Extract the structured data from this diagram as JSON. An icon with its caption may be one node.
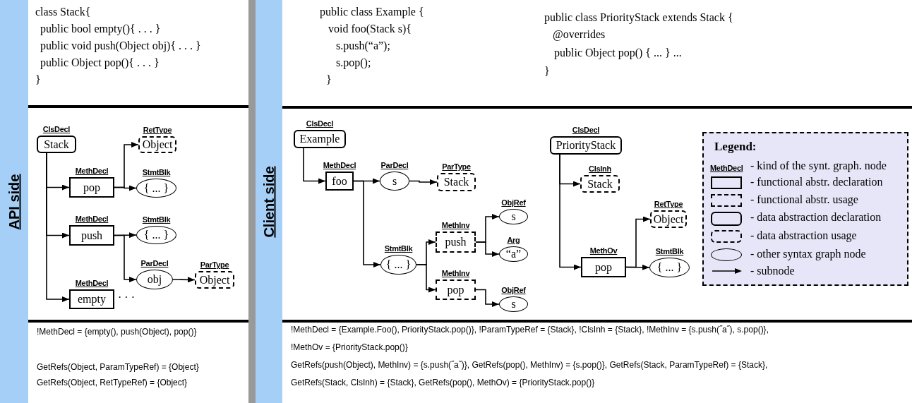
{
  "diagram": {
    "nodes": [
      {
        "text": [
          "API side"
        ]
      },
      {
        "text": [
          "Client side"
        ]
      },
      {
        "text": [
          "ClsDecl",
          "Stack"
        ]
      },
      {
        "text": [
          "MethDecl",
          "pop"
        ]
      },
      {
        "text": [
          "RetType",
          "Object"
        ]
      },
      {
        "text": [
          "StmtBlk",
          "{ ... }"
        ]
      },
      {
        "text": [
          "MethDecl",
          "push"
        ]
      },
      {
        "text": [
          "StmtBlk",
          "{ ... }"
        ]
      },
      {
        "text": [
          "ParDecl",
          "obj"
        ]
      },
      {
        "text": [
          "ParType",
          "Object"
        ]
      },
      {
        "text": [
          "MethDecl",
          "empty"
        ],
        "beside": [
          "· · ·"
        ]
      },
      {
        "text": [
          "ClsDecl",
          "Example"
        ]
      },
      {
        "text": [
          "MethDecl",
          "foo"
        ]
      },
      {
        "text": [
          "ParDecl",
          "s"
        ]
      },
      {
        "text": [
          "ParType",
          "Stack"
        ]
      },
      {
        "text": [
          "StmtBlk",
          "{ ... }"
        ]
      },
      {
        "text": [
          "MethInv",
          "push"
        ]
      },
      {
        "text": [
          "ObjRef",
          "s"
        ]
      },
      {
        "text": [
          "Arg",
          "“a”"
        ]
      },
      {
        "text": [
          "MethInv",
          "pop"
        ]
      },
      {
        "text": [
          "ObjRef",
          "s"
        ]
      },
      {
        "text": [
          "ClsDecl",
          "PriorityStack"
        ]
      },
      {
        "text": [
          "ClsInh",
          "Stack"
        ]
      },
      {
        "text": [
          "RetType",
          "Object"
        ]
      },
      {
        "text": [
          "MethOv",
          "pop"
        ]
      },
      {
        "text": [
          "StmtBlk",
          "{ ... }"
        ]
      }
    ],
    "edges": [
      {
        "from": 2,
        "to": 3,
        "arrow": "to"
      },
      {
        "from": 2,
        "to": 6,
        "arrow": "to"
      },
      {
        "from": 2,
        "to": 10,
        "arrow": "to"
      },
      {
        "from": 3,
        "to": 4,
        "arrow": "to"
      },
      {
        "from": 3,
        "to": 5,
        "arrow": "to"
      },
      {
        "from": 6,
        "to": 7,
        "arrow": "to"
      },
      {
        "from": 6,
        "to": 8,
        "arrow": "to"
      },
      {
        "from": 8,
        "to": 9,
        "arrow": "to"
      },
      {
        "from": 11,
        "to": 12,
        "arrow": "to"
      },
      {
        "from": 12,
        "to": 13,
        "arrow": "to"
      },
      {
        "from": 13,
        "to": 14,
        "arrow": "to"
      },
      {
        "from": 12,
        "to": 15,
        "arrow": "to"
      },
      {
        "from": 15,
        "to": 16,
        "arrow": "to"
      },
      {
        "from": 15,
        "to": 19,
        "arrow": "to"
      },
      {
        "from": 16,
        "to": 17,
        "arrow": "to"
      },
      {
        "from": 16,
        "to": 18,
        "arrow": "to"
      },
      {
        "from": 19,
        "to": 20,
        "arrow": "to"
      },
      {
        "from": 21,
        "to": 22,
        "arrow": "to"
      },
      {
        "from": 21,
        "to": 24,
        "arrow": "to"
      },
      {
        "from": 24,
        "to": 23,
        "arrow": "to"
      },
      {
        "from": 24,
        "to": 25,
        "arrow": "to"
      }
    ],
    "labels": [
      "class Stack{",
      "public bool empty(){ . . . }",
      "public void push(Object obj){ . . . }",
      "public Object pop(){ . . . }",
      "}",
      "public class Example {",
      "void foo(Stack s){",
      "s.push(“a”);",
      "s.pop();",
      "}",
      "public class PriorityStack extends Stack {",
      "@overrides",
      "public Object pop() { ... } ...",
      "}",
      "Legend:",
      "MethDecl",
      "!MethDecl = {empty(), push(Object), pop()}",
      "GetRefs(Object, ParamTypeRef) = {Object}",
      "GetRefs(Object, RetTypeRef) = {Object}",
      "!MethDecl = {Example.Foo(), PriorityStack.pop()},  !ParamTypeRef = {Stack},  !ClsInh = {Stack},  !MethInv = {s.push(˝a˝), s.pop()},",
      "!MethOv = {PriorityStack.pop()}",
      "GetRefs(push(Object), MethInv) = {s.push(˝a˝)}, GetRefs(pop(), MethInv) = {s.pop()}, GetRefs(Stack, ParamTypeRef) = {Stack},",
      "GetRefs(Stack, ClsInh) = {Stack}, GetRefs(pop(), MethOv) = {PriorityStack.pop()}"
    ],
    "legend": [
      {
        "text": "- kind of the synt. graph. node"
      },
      {
        "text": "- functional abstr. declaration"
      },
      {
        "text": "- functional abstr. usage"
      },
      {
        "text": "- data abstraction declaration"
      },
      {
        "text": "- data abstraction usage"
      },
      {
        "text": "- other syntax graph node"
      },
      {
        "text": "- subnode"
      }
    ]
  }
}
